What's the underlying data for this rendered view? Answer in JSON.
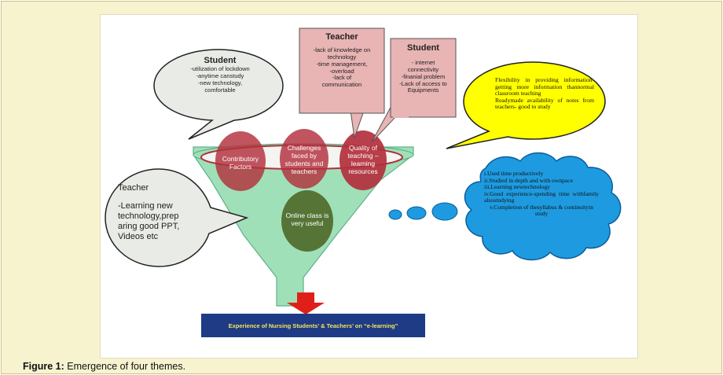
{
  "caption": {
    "label": "Figure 1:",
    "text": " Emergence of four themes."
  },
  "bubbles": {
    "student_top_left": {
      "title": "Student",
      "lines": [
        "-utilization of lockdown",
        "-anytime canstudy",
        "-new technology,",
        "comfortable"
      ]
    },
    "teacher_top": {
      "title": "Teacher",
      "lines": [
        "-lack of knowledge on",
        "technology",
        "-time management,",
        "-overload",
        "-lack of",
        "communication"
      ]
    },
    "student_top_right": {
      "title": "Student",
      "lines": [
        "- internet",
        "connectivity",
        "-finanial problem",
        "-Lack of access to",
        "Equipments"
      ]
    },
    "yellow": {
      "lines": [
        "Flexibility in providing information- getting more information thannormal classroom teaching",
        "Readymade availability of notes from teachers- good to study"
      ]
    },
    "teacher_left": {
      "title": "Teacher",
      "lines": [
        "-Learning new",
        "technology,prep",
        "aring good PPT,",
        "Videos etc"
      ]
    },
    "cloud": {
      "lines": [
        "i.Used time productively",
        "ii.Studied in depth and with ownpace",
        "iii.Learning newtechnology",
        "iv.Good experience-spending time withfamily alsostudying",
        "v.Completion of thesyllabus & continuityin study"
      ]
    }
  },
  "funnel": {
    "circles": [
      {
        "label": "Contributory Factors"
      },
      {
        "label": "Challenges faced by students and teachers"
      },
      {
        "label": "Quality of teaching – learning resources"
      },
      {
        "label": "Online class is very useful"
      }
    ],
    "output_label": "Experience of Nursing Students’ & Teachers’ on “e-learning”"
  },
  "colors": {
    "frame_bg": "#f7f3cf",
    "funnel_fill": "#9fe0b8",
    "circle_red": "#b22f3c",
    "circle_green": "#4f6a2a",
    "callout_pink": "#e8b4b4",
    "yellow_bubble": "#ffff00",
    "cloud_blue": "#1e9be0",
    "arrow_red": "#e02018",
    "banner_blue": "#1f3b86",
    "banner_text": "#f2e45a"
  }
}
